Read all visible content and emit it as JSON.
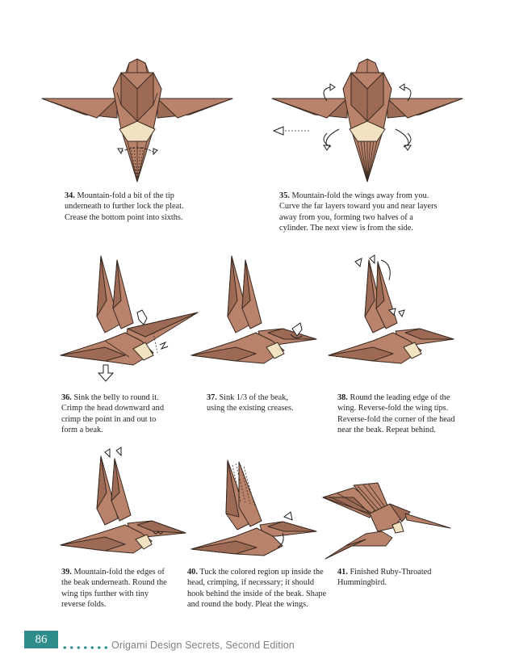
{
  "steps": [
    {
      "num": "34.",
      "lines": [
        "Mountain-fold a bit of the tip",
        "underneath to further lock the pleat.",
        "Crease the bottom point into sixths."
      ]
    },
    {
      "num": "35.",
      "lines": [
        "Mountain-fold the wings away from you.",
        "Curve the far layers toward you and near layers",
        "away from you, forming two halves of a",
        "cylinder. The next view is from the side."
      ]
    },
    {
      "num": "36.",
      "lines": [
        "Sink the belly to round it.",
        "Crimp the head downward and",
        "crimp the point in and out to",
        "form a beak."
      ]
    },
    {
      "num": "37.",
      "lines": [
        "Sink 1/3 of the beak,",
        "using the existing creases."
      ]
    },
    {
      "num": "38.",
      "lines": [
        "Round the leading edge of the",
        "wing. Reverse-fold the wing tips.",
        "Reverse-fold the corner of the head",
        "near the beak. Repeat behind."
      ]
    },
    {
      "num": "39.",
      "lines": [
        "Mountain-fold the edges of",
        "the beak underneath. Round the",
        "wing tips further with tiny",
        "reverse folds."
      ]
    },
    {
      "num": "40.",
      "lines": [
        "Tuck the colored region up inside the",
        "head, crimping, if necessary; it should",
        "hook behind the inside of the beak. Shape",
        "and round the body. Pleat the wings."
      ]
    },
    {
      "num": "41.",
      "lines": [
        "Finished Ruby-Throated",
        "Hummingbird."
      ]
    }
  ],
  "footer": {
    "page_number": "86",
    "book_title": "Origami Design Secrets, Second Edition"
  },
  "colors": {
    "paper": "#b9826a",
    "paper_dark": "#9d6b55",
    "cream": "#f1e3c2",
    "accent": "#2e8c8a",
    "footer_text": "#7f8082"
  }
}
